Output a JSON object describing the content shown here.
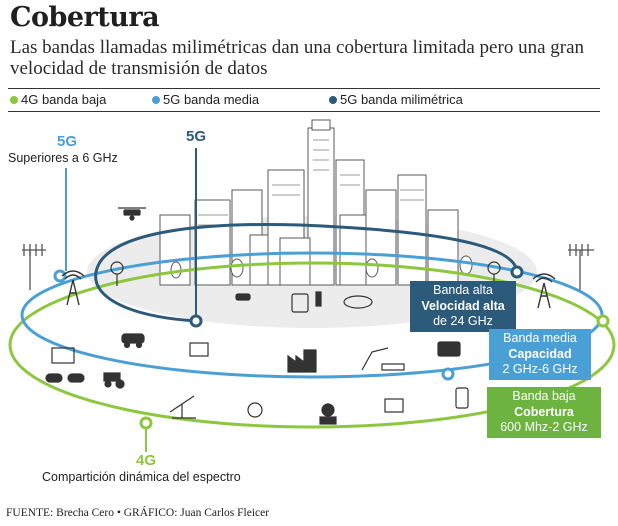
{
  "title": "Cobertura",
  "subtitle": "Las bandas llamadas milimétricas dan una cobertura limitada pero una gran velocidad de transmisión de datos",
  "legend": [
    {
      "label": "4G banda baja",
      "color": "#8dc63f"
    },
    {
      "label": "5G banda media",
      "color": "#4a9fd5"
    },
    {
      "label": "5G banda milimétrica",
      "color": "#2c5a7a"
    }
  ],
  "labels": {
    "g5_top_left": "5G",
    "superiores": "Superiores a 6 GHz",
    "g5_center": "5G",
    "g4_bottom": "4G",
    "comparticion": "Compartición dinámica del espectro"
  },
  "boxes": {
    "alta": {
      "line1": "Banda alta",
      "line2": "Velocidad alta",
      "line3": "de 24 GHz",
      "color": "#2c5a7a"
    },
    "media": {
      "line1": "Banda media",
      "line2": "Capacidad",
      "line3": "2 GHz-6 GHz",
      "color": "#4a9fd5"
    },
    "baja": {
      "line1": "Banda baja",
      "line2": "Cobertura",
      "line3": "600 Mhz-2 GHz",
      "color": "#6db33f"
    }
  },
  "icons": [
    "drone-icon",
    "cell-tower-icon",
    "car-icon",
    "tv-icon",
    "gamepad-icon",
    "tractor-icon",
    "oil-pump-icon",
    "turbine-icon",
    "security-camera-icon",
    "bus-icon",
    "traffic-light-icon",
    "stadium-icon",
    "display-icon",
    "factory-icon",
    "robot-arm-icon",
    "cash-register-icon",
    "phone-alert-icon",
    "monitor-icon",
    "doctor-icon"
  ],
  "footer": "FUENTE: Brecha Cero  • GRÁFICO: Juan Carlos Fleicer"
}
